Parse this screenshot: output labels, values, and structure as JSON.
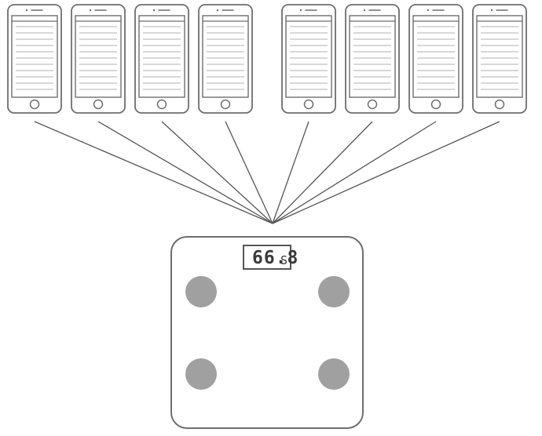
{
  "diagram": {
    "phones": [
      {
        "id": "phone-1"
      },
      {
        "id": "phone-2"
      },
      {
        "id": "phone-3"
      },
      {
        "id": "phone-4"
      },
      {
        "id": "phone-5"
      },
      {
        "id": "phone-6"
      },
      {
        "id": "phone-7"
      },
      {
        "id": "phone-8"
      }
    ],
    "scale": {
      "display_value": "66.8",
      "display_unit": "S",
      "electrode_color": "#a0a0a0"
    },
    "colors": {
      "outline": "#6e6e6e",
      "connector": "#555555",
      "screen_line": "#b0b0b0"
    }
  }
}
